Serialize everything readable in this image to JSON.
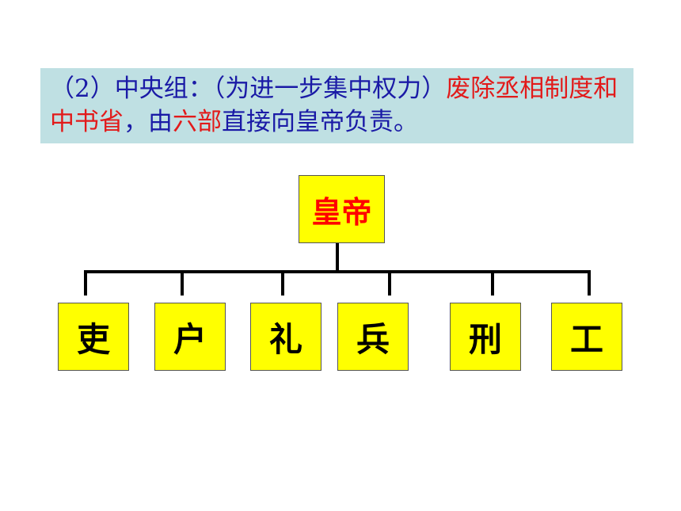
{
  "intro": {
    "segments": [
      {
        "text": "（2）中央组：（为进一步集中权力）",
        "color": "blue"
      },
      {
        "text": "废除丞相制度和中书省",
        "color": "red"
      },
      {
        "text": "，由",
        "color": "blue"
      },
      {
        "text": "六部",
        "color": "red"
      },
      {
        "text": "直接向皇帝负责。",
        "color": "blue"
      }
    ]
  },
  "diagram": {
    "root": "皇帝",
    "children": [
      "吏",
      "户",
      "礼",
      "兵",
      "刑",
      "工"
    ]
  },
  "colors": {
    "box_fill": "#ffff00",
    "root_text": "#ff0000",
    "child_text": "#000000",
    "intro_bg": "#bfe0e3",
    "intro_blue": "#1a1aa6",
    "intro_red": "#e21a1a"
  }
}
